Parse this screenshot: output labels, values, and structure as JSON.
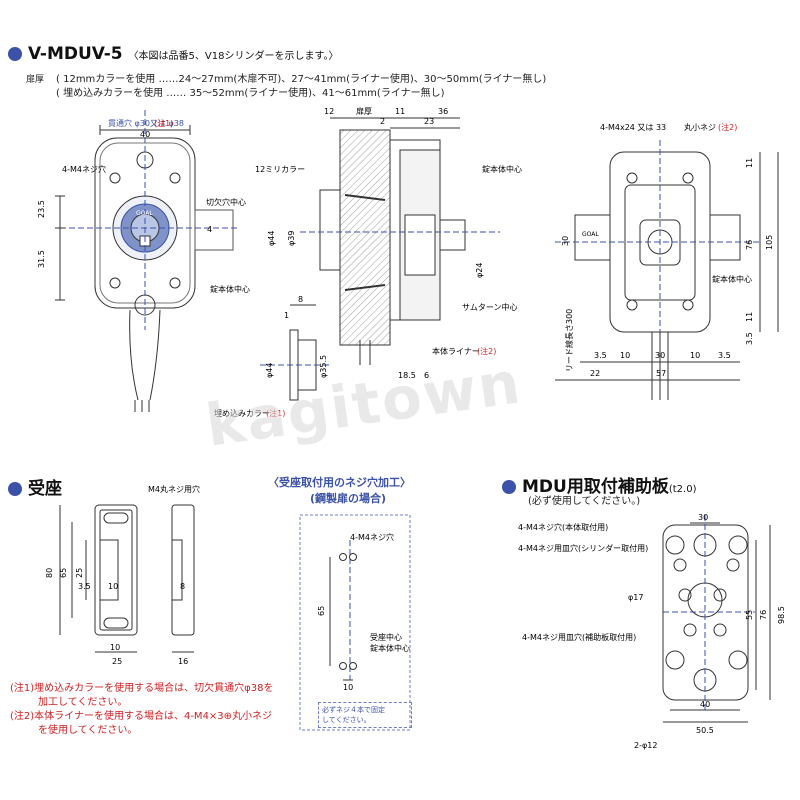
{
  "header": {
    "model": "V-MDUV-5",
    "model_note": "〈本図は品番5、V18シリンダーを示します。〉",
    "door_thickness_label": "扉厚",
    "row1_type": "12mmカラーを使用",
    "row1_range": "……24～27mm(木扉不可)、27～41mm(ライナー使用)、30～50mm(ライナー無し)",
    "row2_type": "埋め込みカラーを使用",
    "row2_range": "…… 35～52mm(ライナー使用)、41～61mm(ライナー無し)"
  },
  "front_view": {
    "hole_note": "貫通穴 φ30又は φ38",
    "hole_note_ref": "(注1)",
    "dim_width": "40",
    "screw_label": "4-M4ネジ穴",
    "cutout_center": "切欠穴中心",
    "dim_upper": "23.5",
    "dim_lower": "31.5",
    "dim_small": "4",
    "body_center": "錠本体中心",
    "brand": "GOAL"
  },
  "side_view": {
    "dim_12": "12",
    "door_thickness": "扉厚",
    "dim_11": "11",
    "dim_2": "2",
    "dim_23": "23",
    "dim_36": "36",
    "collar_label": "12ミリカラー",
    "dia_44": "φ44",
    "dia_39": "φ39",
    "dia_24": "φ24",
    "body_center": "錠本体中心",
    "thumbturn_center": "サムターン中心",
    "liner_label": "本体ライナー",
    "liner_ref": "(注2)",
    "dim_18_5": "18.5",
    "dim_6": "6"
  },
  "embed_collar": {
    "dim_8": "8",
    "dim_1": "1",
    "dia_44": "φ44",
    "dia_35_5": "φ35.5",
    "label": "埋め込みカラー",
    "ref": "(注1)"
  },
  "back_view": {
    "screw_note": "4-M4x24 又は 33",
    "screw_kind": "丸小ネジ",
    "screw_ref": "(注2)",
    "dim_11_top": "11",
    "dim_30_left": "30",
    "dim_76": "76",
    "dim_105": "105",
    "dim_11_bot": "11",
    "dim_3_5_r": "3.5",
    "body_center": "錠本体中心",
    "lead_length": "リード線長さ300",
    "dims_bottom": [
      "3.5",
      "10",
      "30",
      "10",
      "3.5"
    ],
    "dim_22": "22",
    "dim_57": "57",
    "brand": "GOAL"
  },
  "receiver": {
    "title": "受座",
    "screw_label": "M4丸ネジ用穴",
    "dim_80": "80",
    "dim_65": "65",
    "dim_25_v": "25",
    "dim_3_5": "3.5",
    "dim_10": "10",
    "dim_8": "8",
    "dim_10_b": "10",
    "dim_25_b": "25",
    "dim_16": "16"
  },
  "tap_section": {
    "title": "〈受座取付用のネジ穴加工〉",
    "subtitle": "(鋼製扉の場合)",
    "screw_label": "4-M4ネジ穴",
    "dim_65": "65",
    "receiver_center": "受座中心",
    "body_center": "錠本体中心",
    "dim_10": "10",
    "fix_note_1": "必ずネジ４本で固定",
    "fix_note_2": "してください。"
  },
  "plate": {
    "title": "MDU用取付補助板",
    "thickness": "(t2.0)",
    "subtitle": "(必ず使用してください。)",
    "label_1": "4-M4ネジ穴(本体取付用)",
    "label_2": "4-M4ネジ用皿穴(シリンダー取付用)",
    "label_3": "4-M4ネジ用皿穴(補助板取付用)",
    "dim_30": "30",
    "dia_17": "φ17",
    "dim_55": "55",
    "dim_76": "76",
    "dim_98_5": "98.5",
    "dim_40": "40",
    "dim_50_5": "50.5",
    "dim_2_dia": "2-φ12"
  },
  "notes": {
    "n1_a": "(注1)埋め込みカラーを使用する場合は、切欠貫通穴φ38を",
    "n1_b": "加工してください。",
    "n2_a": "(注2)本体ライナーを使用する場合は、4-M4×3",
    "n2_b": "丸小ネジ",
    "n2_c": "を使用してください。"
  },
  "watermark": "kagitown"
}
